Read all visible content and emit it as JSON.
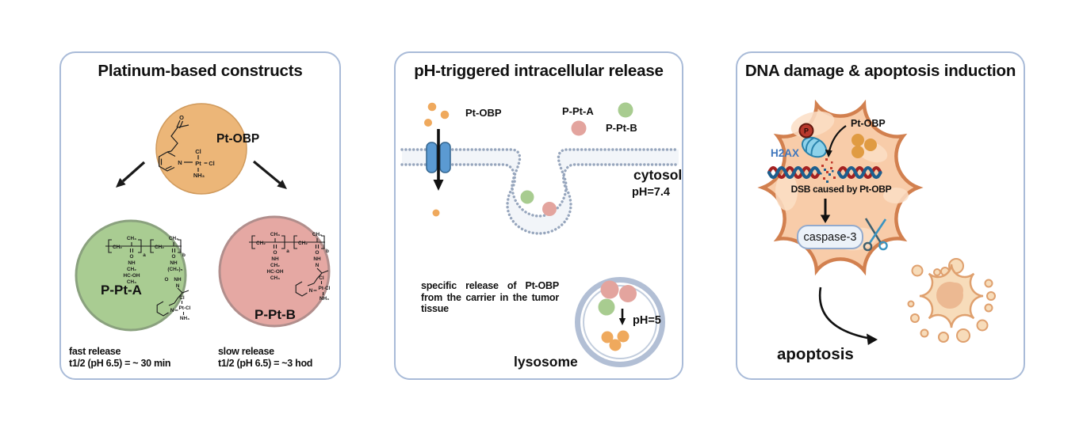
{
  "panels": {
    "constructs": {
      "title": "Platinum-based constructs",
      "ptobp_label": "Pt-OBP",
      "ppta_label": "P-Pt-A",
      "pptb_label": "P-Pt-B",
      "fast": {
        "line1": "fast release",
        "line2": "t1/2 (pH 6.5) = ~ 30 min"
      },
      "slow": {
        "line1": "slow release",
        "line2": "t1/2 (pH 6.5) = ~3 hod"
      }
    },
    "release": {
      "title": "pH-triggered intracellular release",
      "ptobp_label": "Pt-OBP",
      "ppta_label": "P-Pt-A",
      "pptb_label": "P-Pt-B",
      "cytosol_label": "cytosol",
      "cytosol_ph": "pH=7.4",
      "caption": "specific release of Pt-OBP from the carrier in the tumor tissue",
      "lysosome_label": "lysosome",
      "lysosome_ph": "pH=5"
    },
    "damage": {
      "title": "DNA damage & apoptosis induction",
      "h2ax_label": "H2AX",
      "p_badge": "P",
      "ptobp_label": "Pt-OBP",
      "dsb_caption": "DSB caused by Pt-OBP",
      "caspase_label": "caspase-3",
      "apoptosis_label": "apoptosis"
    }
  },
  "chem": {
    "o": "O",
    "cl": "Cl",
    "pt": "Pt",
    "ptcl": "Pt-Cl",
    "n": "N",
    "nh": "NH",
    "nh3": "NH₃",
    "ch2": "CH₂",
    "ch3": "CH₃",
    "hcoh": "HC-OH",
    "ch25": "(CH₂)₅",
    "a": "a",
    "b": "b"
  },
  "colors": {
    "panel_border": "#a9bbd8",
    "ptobp_circle": "#ecb678",
    "ppta_circle": "#a9cc92",
    "pptb_circle": "#e5a8a3",
    "small_orange": "#efa95d",
    "membrane": "#97a6bd",
    "channel_blue": "#5b9ad2",
    "lysosome_ring": "#b2bfd5",
    "cell_fill": "#f8cca9",
    "cell_stroke": "#d2804f",
    "h2ax_blue": "#3f77bd",
    "dna_red": "#a32121",
    "dna_blue": "#1d5f8e",
    "p_badge_red": "#b8382c",
    "caspase_fill": "#ecf2f9",
    "scissors_blue": "#3b94c1"
  }
}
